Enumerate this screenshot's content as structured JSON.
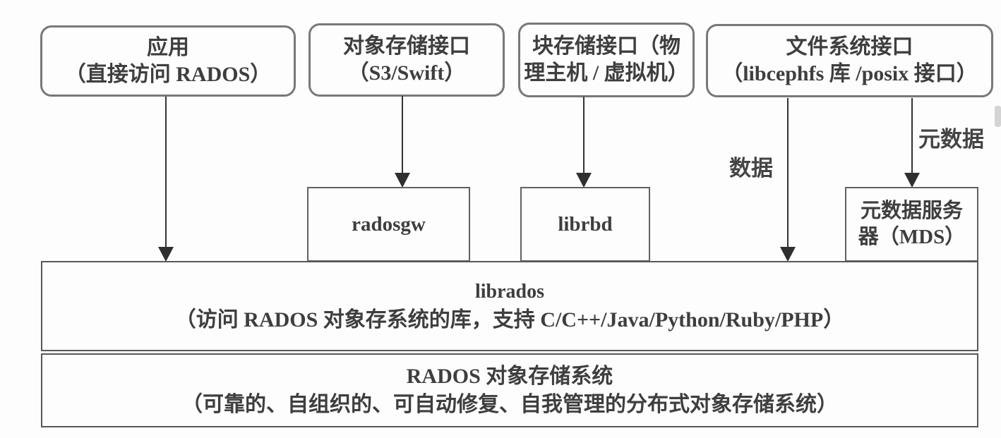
{
  "colors": {
    "background": "#fdfdfd",
    "box_border": "#787878",
    "layer_border": "#585858",
    "arrow": "#2f2f2f",
    "text": "#3e3e3e"
  },
  "top_boxes": [
    {
      "name": "application",
      "line1": "应用",
      "line2": "（直接访问 RADOS）"
    },
    {
      "name": "object-storage-interface",
      "line1": "对象存储接口",
      "line2": "（S3/Swift）"
    },
    {
      "name": "block-storage-interface",
      "line1": "块存储接口（物",
      "line2": "理主机 / 虚拟机）"
    },
    {
      "name": "file-system-interface",
      "line1": "文件系统接口",
      "line2": "（libcephfs 库 /posix 接口）"
    }
  ],
  "mid_boxes": {
    "radosgw": {
      "label": "radosgw"
    },
    "librbd": {
      "label": "librbd"
    },
    "mds": {
      "line1": "元数据服务",
      "line2": "器（MDS）"
    }
  },
  "arrow_labels": {
    "data": "数据",
    "metadata": "元数据"
  },
  "librados": {
    "line1": "librados",
    "line2": "（访问 RADOS 对象存系统的库，支持 C/C++/Java/Python/Ruby/PHP）"
  },
  "rados": {
    "line1": "RADOS 对象存储系统",
    "line2": "（可靠的、自组织的、可自动修复、自我管理的分布式对象存储系统）"
  }
}
